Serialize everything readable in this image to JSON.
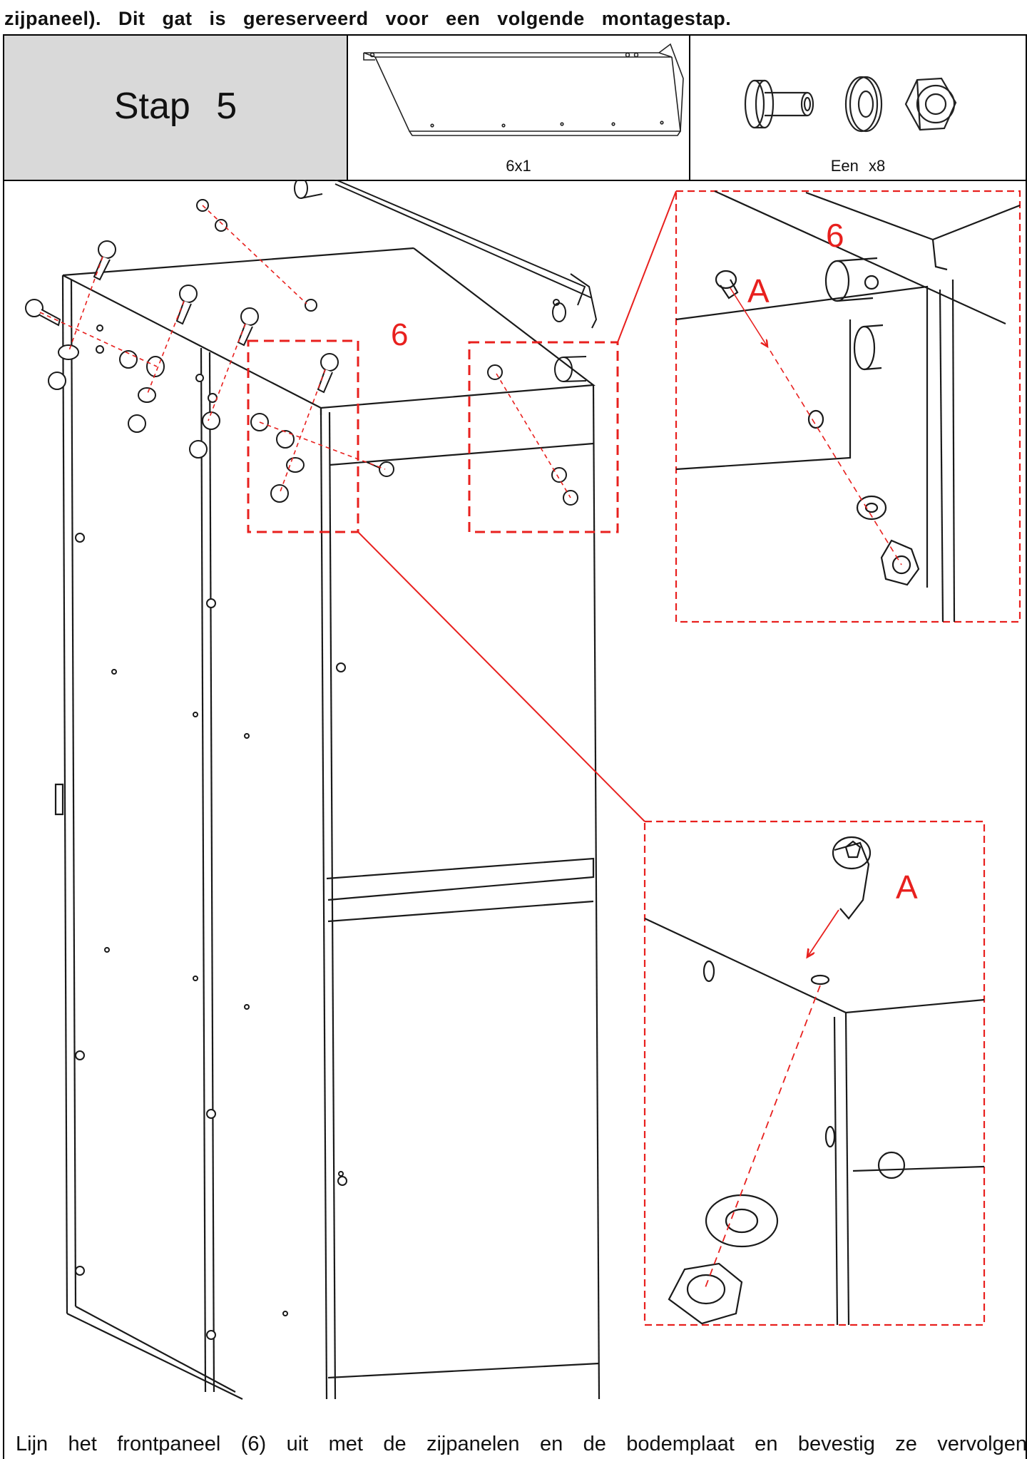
{
  "header": {
    "top_text": "zijpaneel). Dit gat is gereserveerd voor een volgende montagestap.",
    "step_label": "Stap 5",
    "panel_qty": "6x1",
    "hardware_qty": "Een x8"
  },
  "diagram": {
    "part_label_main": "6",
    "part_label_detail": "6",
    "screw_label_top": "A",
    "screw_label_bottom": "A",
    "accent_color": "#e8201e",
    "line_color": "#1a1a1a"
  },
  "instruction": {
    "text": "Lijn het frontpaneel (6) uit met de zijpanelen en de bodemplaat en bevestig ze vervolgen"
  }
}
